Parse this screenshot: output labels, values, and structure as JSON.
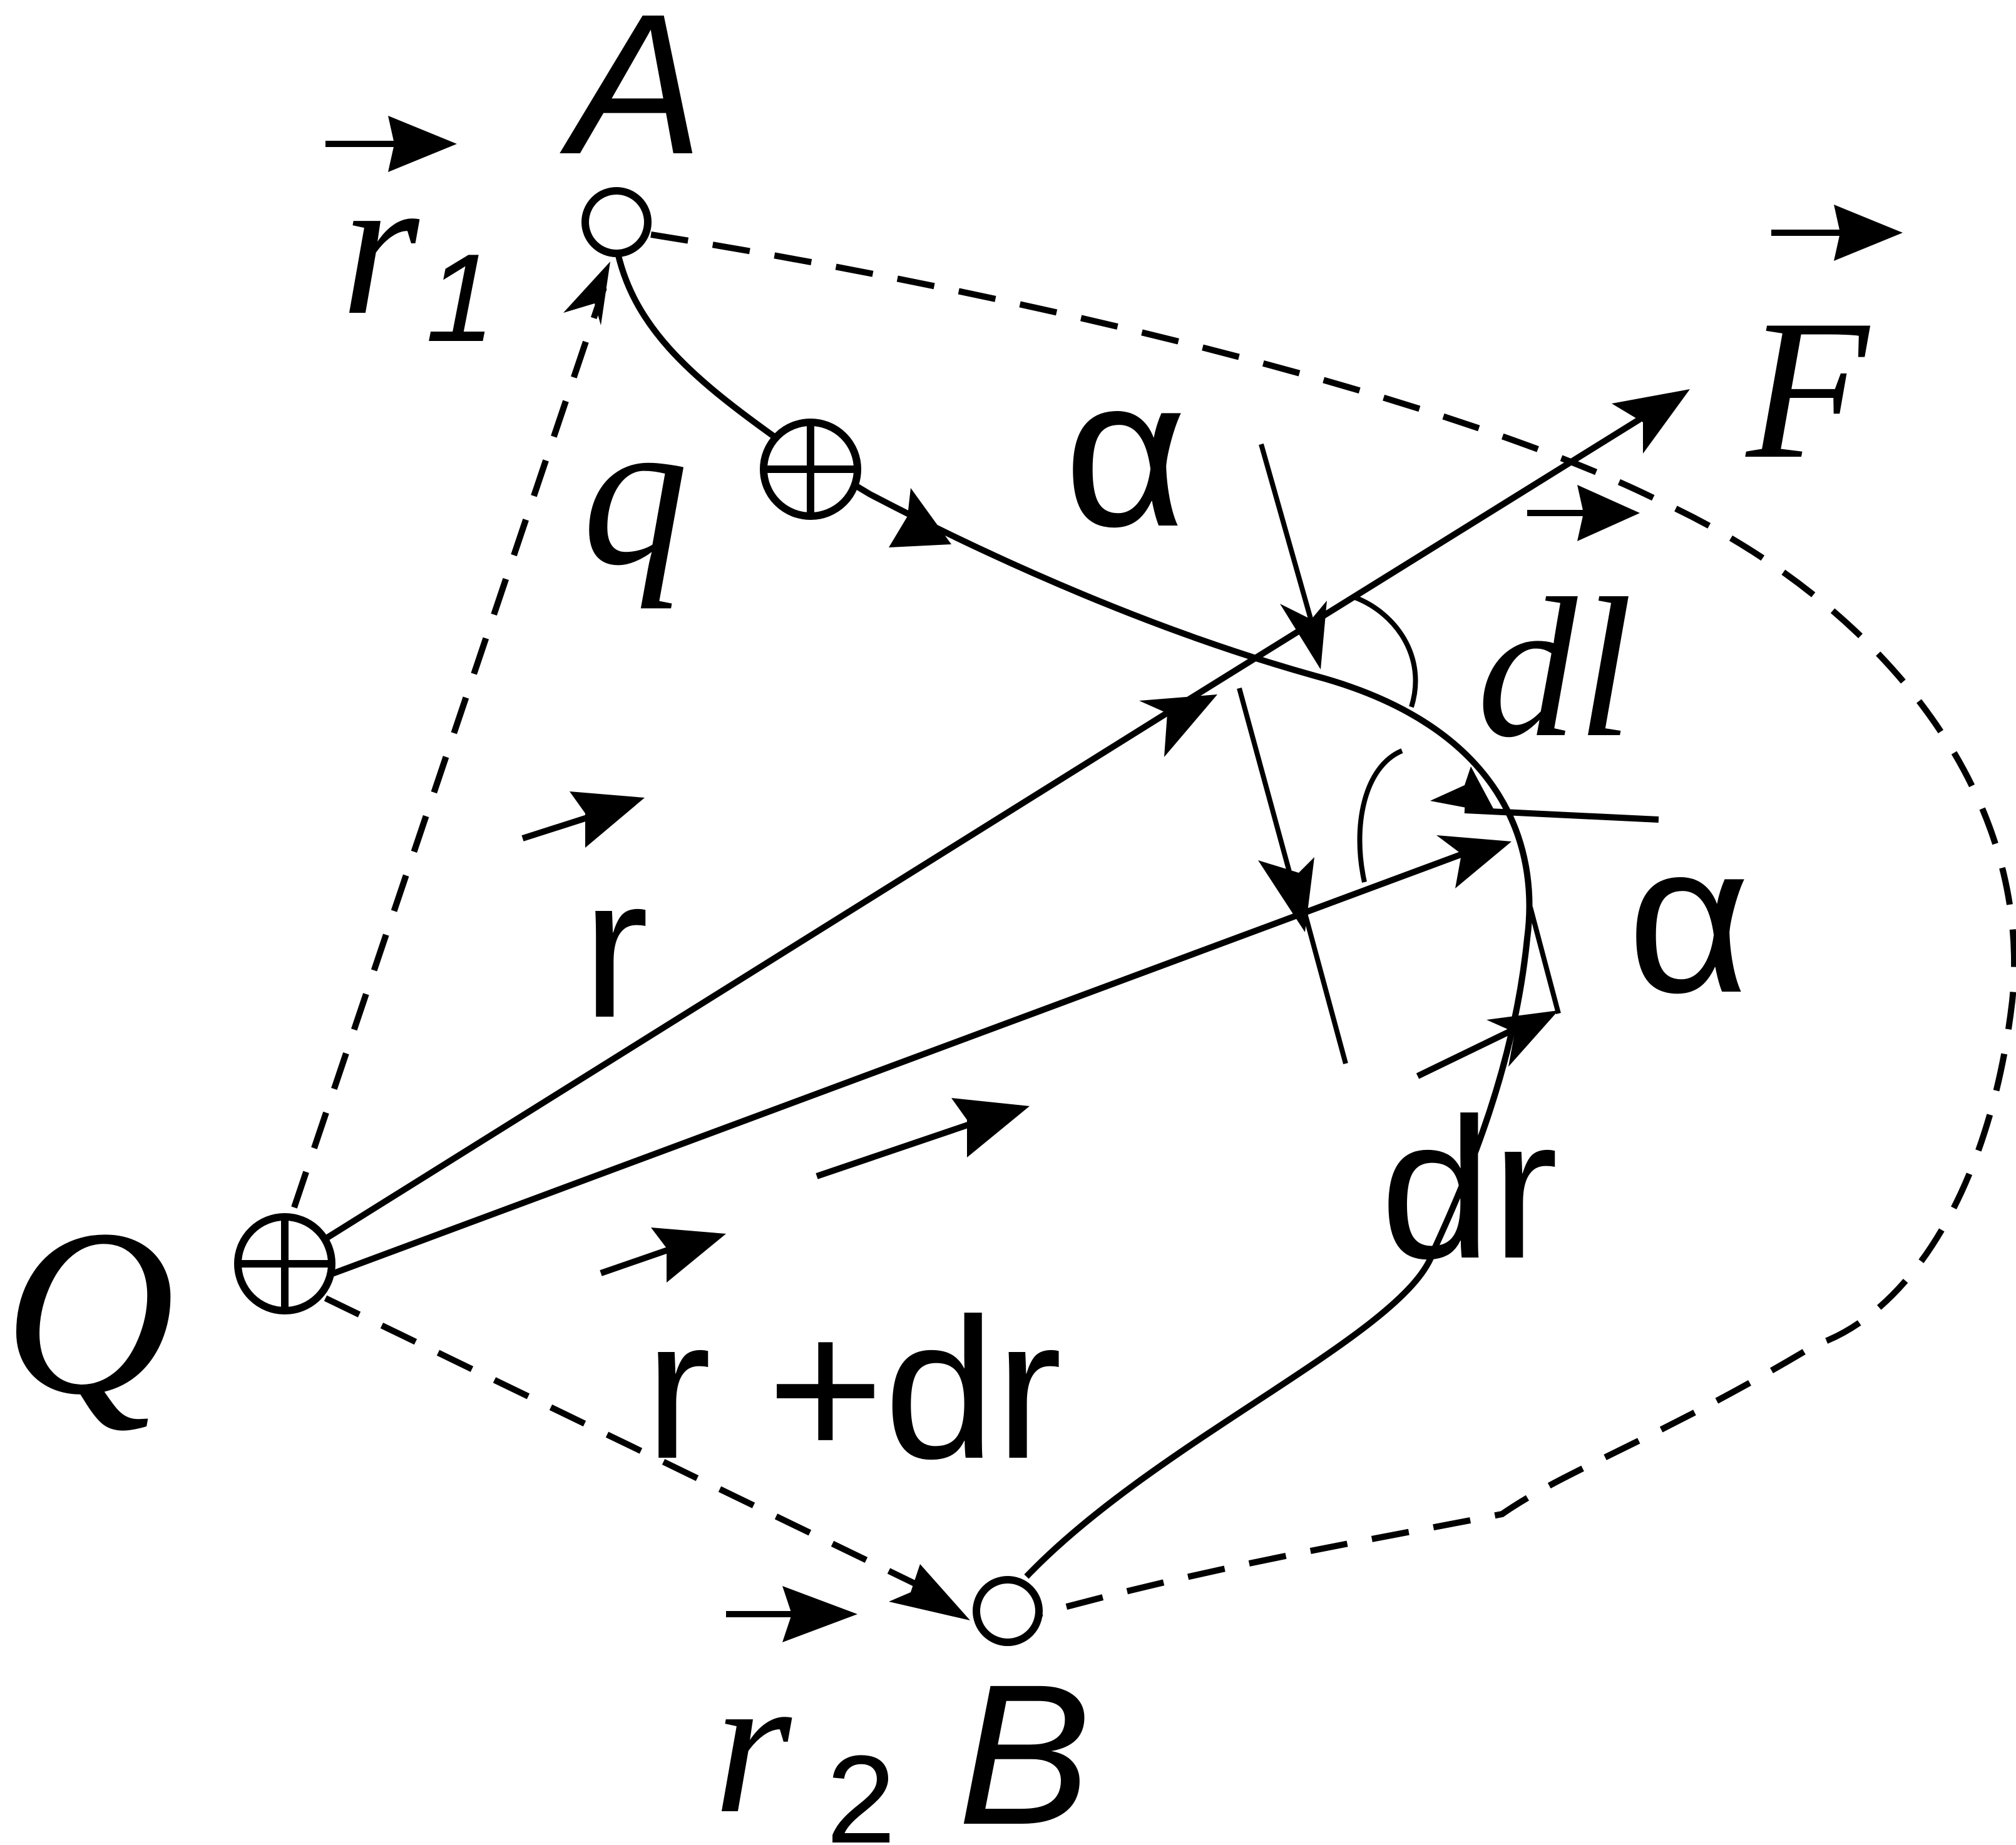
{
  "labels": {
    "point_a": "A",
    "point_b": "B",
    "charge_source": "Q",
    "charge_test": "q",
    "vec_r1": "r",
    "vec_r1_sub": "1",
    "vec_r2": "r",
    "vec_r2_sub": "2",
    "vec_r": "r",
    "vec_r_dr": "r +dr",
    "vec_F": "F",
    "vec_dl": "dl",
    "vec_dr": "dr",
    "angle_alpha_1": "α",
    "angle_alpha_2": "α"
  },
  "colors": {
    "stroke": "#000000",
    "background": "#ffffff"
  }
}
